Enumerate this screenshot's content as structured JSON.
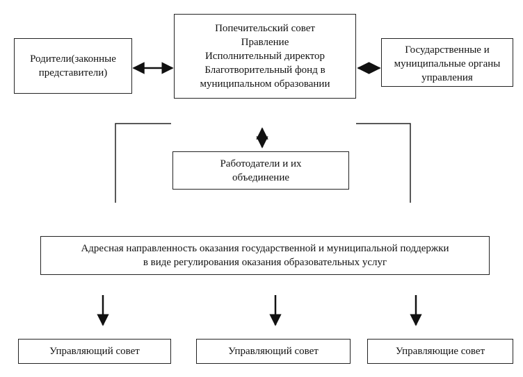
{
  "nodes": {
    "parents": {
      "lines": [
        "Родители(законные",
        "представители)"
      ]
    },
    "council": {
      "lines": [
        "Попечительский совет",
        "Правление",
        "Исполнительный директор",
        "Благотворительный фонд в",
        "муниципальном образовании"
      ]
    },
    "state": {
      "lines": [
        "Государственные и",
        "муниципальные органы",
        "управления"
      ]
    },
    "employers": {
      "lines": [
        "Работодатели и их",
        "объединение"
      ]
    },
    "targeted": {
      "lines": [
        "Адресная направленность оказания государственной и муниципальной поддержки",
        "в виде регулирования оказания образовательных услуг"
      ]
    },
    "board_1": {
      "label": "Управляющий совет"
    },
    "board_2": {
      "label": "Управляющий совет"
    },
    "board_3": {
      "label": "Управляющие совет"
    }
  },
  "edges": [
    {
      "from": "parents",
      "to": "council",
      "arrow": "both"
    },
    {
      "from": "council",
      "to": "state",
      "arrow": "both"
    },
    {
      "from": "council",
      "to": "employers",
      "arrow": "both"
    },
    {
      "from": "targeted",
      "to": "board_1",
      "arrow": "forward"
    },
    {
      "from": "targeted",
      "to": "board_2",
      "arrow": "forward"
    },
    {
      "from": "targeted",
      "to": "board_3",
      "arrow": "forward"
    }
  ]
}
